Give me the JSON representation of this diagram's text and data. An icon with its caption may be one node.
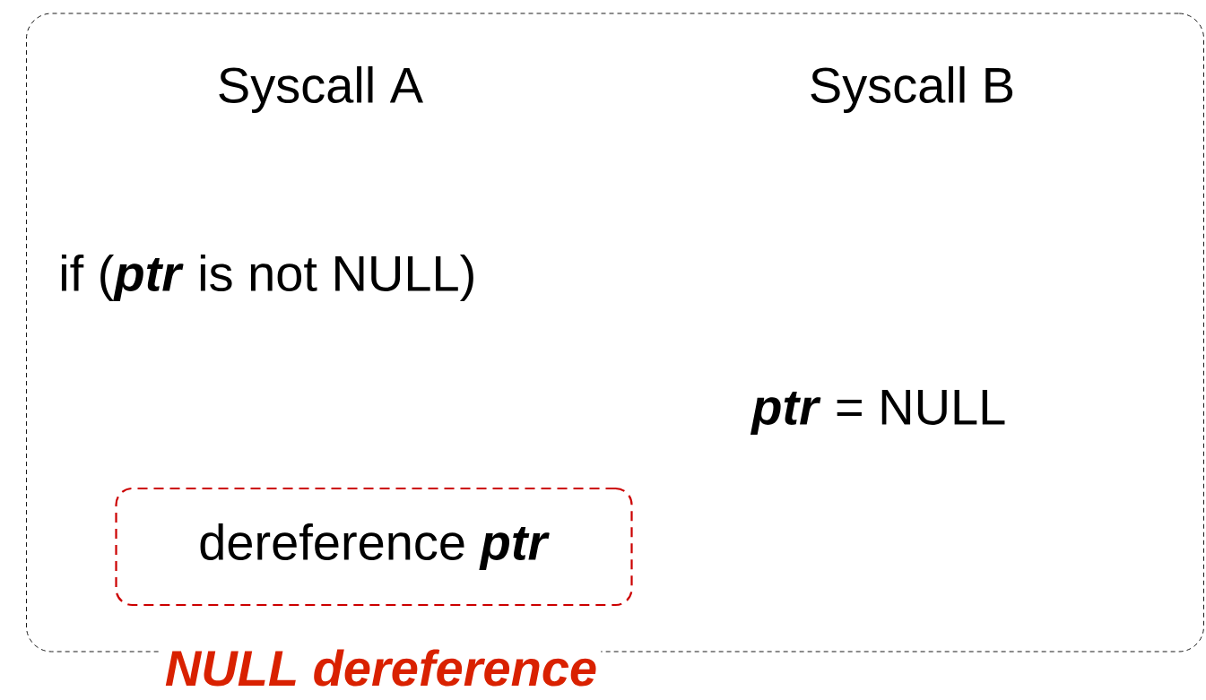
{
  "diagram": {
    "nodes": [
      {
        "text": [
          "Syscall A",
          "Syscall B",
          "if (**ptr** is not NULL)",
          "**ptr** = NULL"
        ]
      },
      {
        "text": [
          "dereference **ptr**"
        ],
        "in": 0,
        "beside": [
          "NULL dereference"
        ]
      }
    ]
  }
}
